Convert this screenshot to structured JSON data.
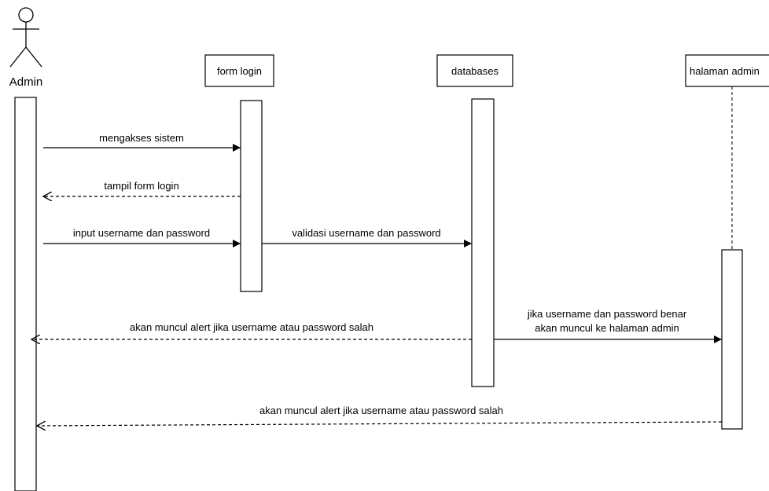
{
  "diagram": {
    "actor": {
      "name": "Admin"
    },
    "participants": {
      "form_login": "form login",
      "databases": "databases",
      "halaman_admin": "halaman admin"
    },
    "messages": [
      {
        "id": "m1",
        "label": "mengakses sistem",
        "kind": "sync"
      },
      {
        "id": "m2",
        "label": "tampil form login",
        "kind": "return"
      },
      {
        "id": "m3",
        "label": "input username dan password",
        "kind": "sync"
      },
      {
        "id": "m4",
        "label": "validasi username dan password",
        "kind": "sync"
      },
      {
        "id": "m5",
        "label": "akan muncul alert jika username atau password salah",
        "kind": "return"
      },
      {
        "id": "m6",
        "label": [
          "jika username dan password benar",
          "akan muncul ke halaman admin"
        ],
        "kind": "sync"
      },
      {
        "id": "m7",
        "label": "akan muncul alert jika username atau password salah",
        "kind": "return"
      }
    ]
  }
}
